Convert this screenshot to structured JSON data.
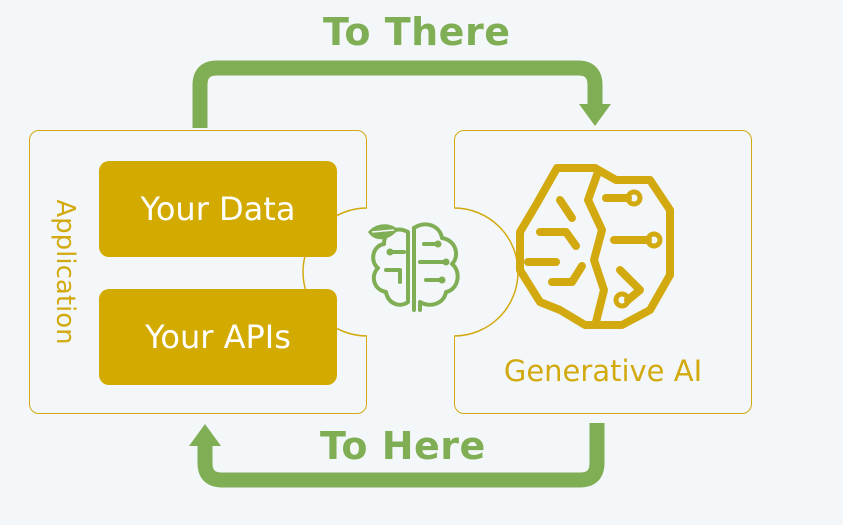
{
  "arrows": {
    "top_label": "To There",
    "bottom_label": "To Here"
  },
  "application": {
    "title": "Application",
    "items": [
      "Your Data",
      "Your APIs"
    ]
  },
  "generative_ai": {
    "caption": "Generative AI"
  },
  "icons": [
    "brain-leaf-icon",
    "neural-brain-icon"
  ],
  "colors": {
    "arrow_green": "#7fae55",
    "gold": "#d2aa10",
    "button_gold": "#d2aa00",
    "background": "#f4f7fa"
  }
}
